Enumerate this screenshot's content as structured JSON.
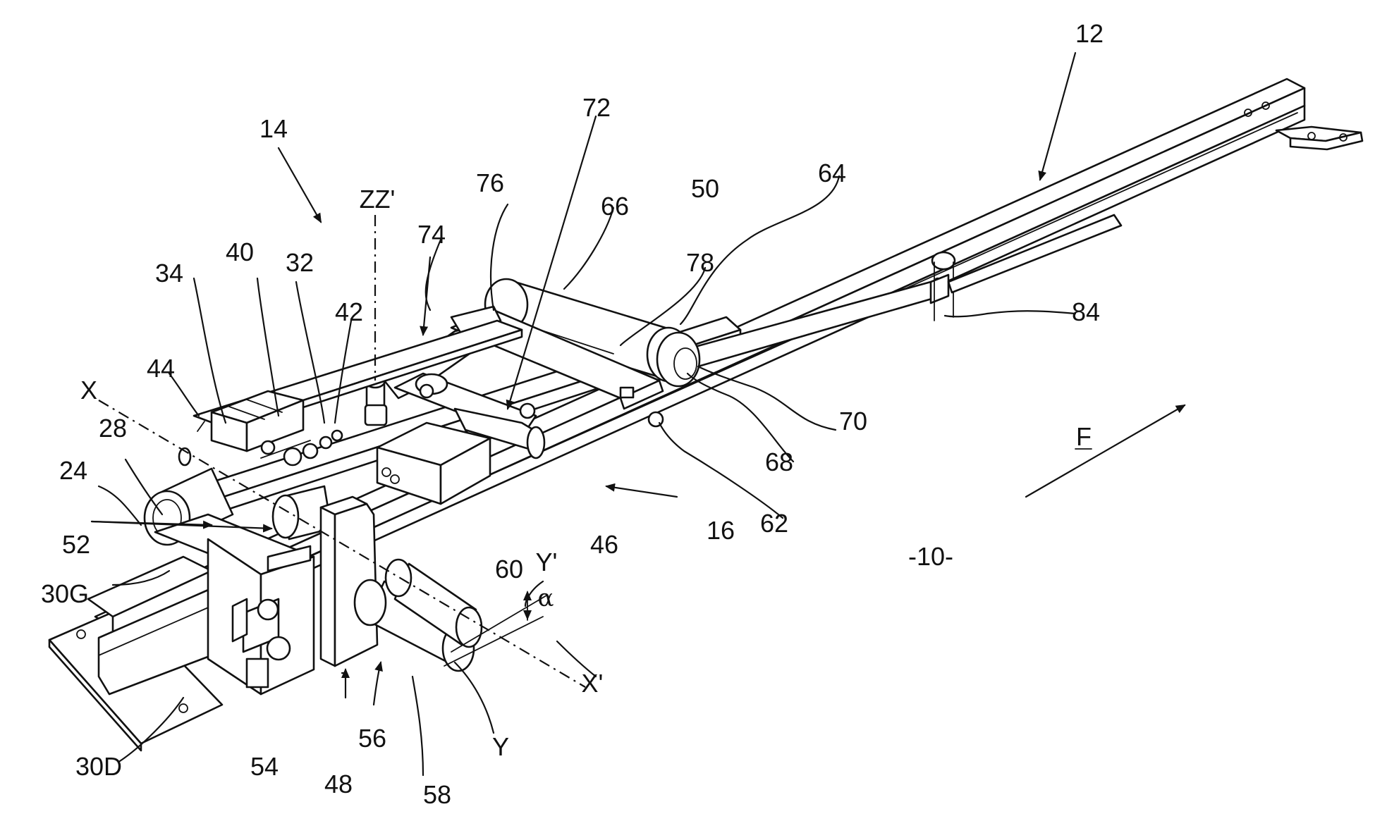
{
  "labels": {
    "l12": "12",
    "l14": "14",
    "l16": "16",
    "l24": "24",
    "l28": "28",
    "l30G": "30G",
    "l30D": "30D",
    "l32": "32",
    "l34": "34",
    "l40": "40",
    "l42": "42",
    "l44": "44",
    "l46": "46",
    "l48": "48",
    "l50": "50",
    "l52": "52",
    "l54": "54",
    "l56": "56",
    "l58": "58",
    "l60": "60",
    "l62": "62",
    "l64": "64",
    "l66": "66",
    "l68": "68",
    "l70": "70",
    "l72": "72",
    "l74": "74",
    "l76": "76",
    "l78": "78",
    "l84": "84",
    "lX": "X",
    "lXp": "X'",
    "lY": "Y",
    "lYp": "Y'",
    "lZZ": "ZZ'",
    "lAlpha": "α",
    "lF": "F",
    "lFig": "-10-"
  }
}
